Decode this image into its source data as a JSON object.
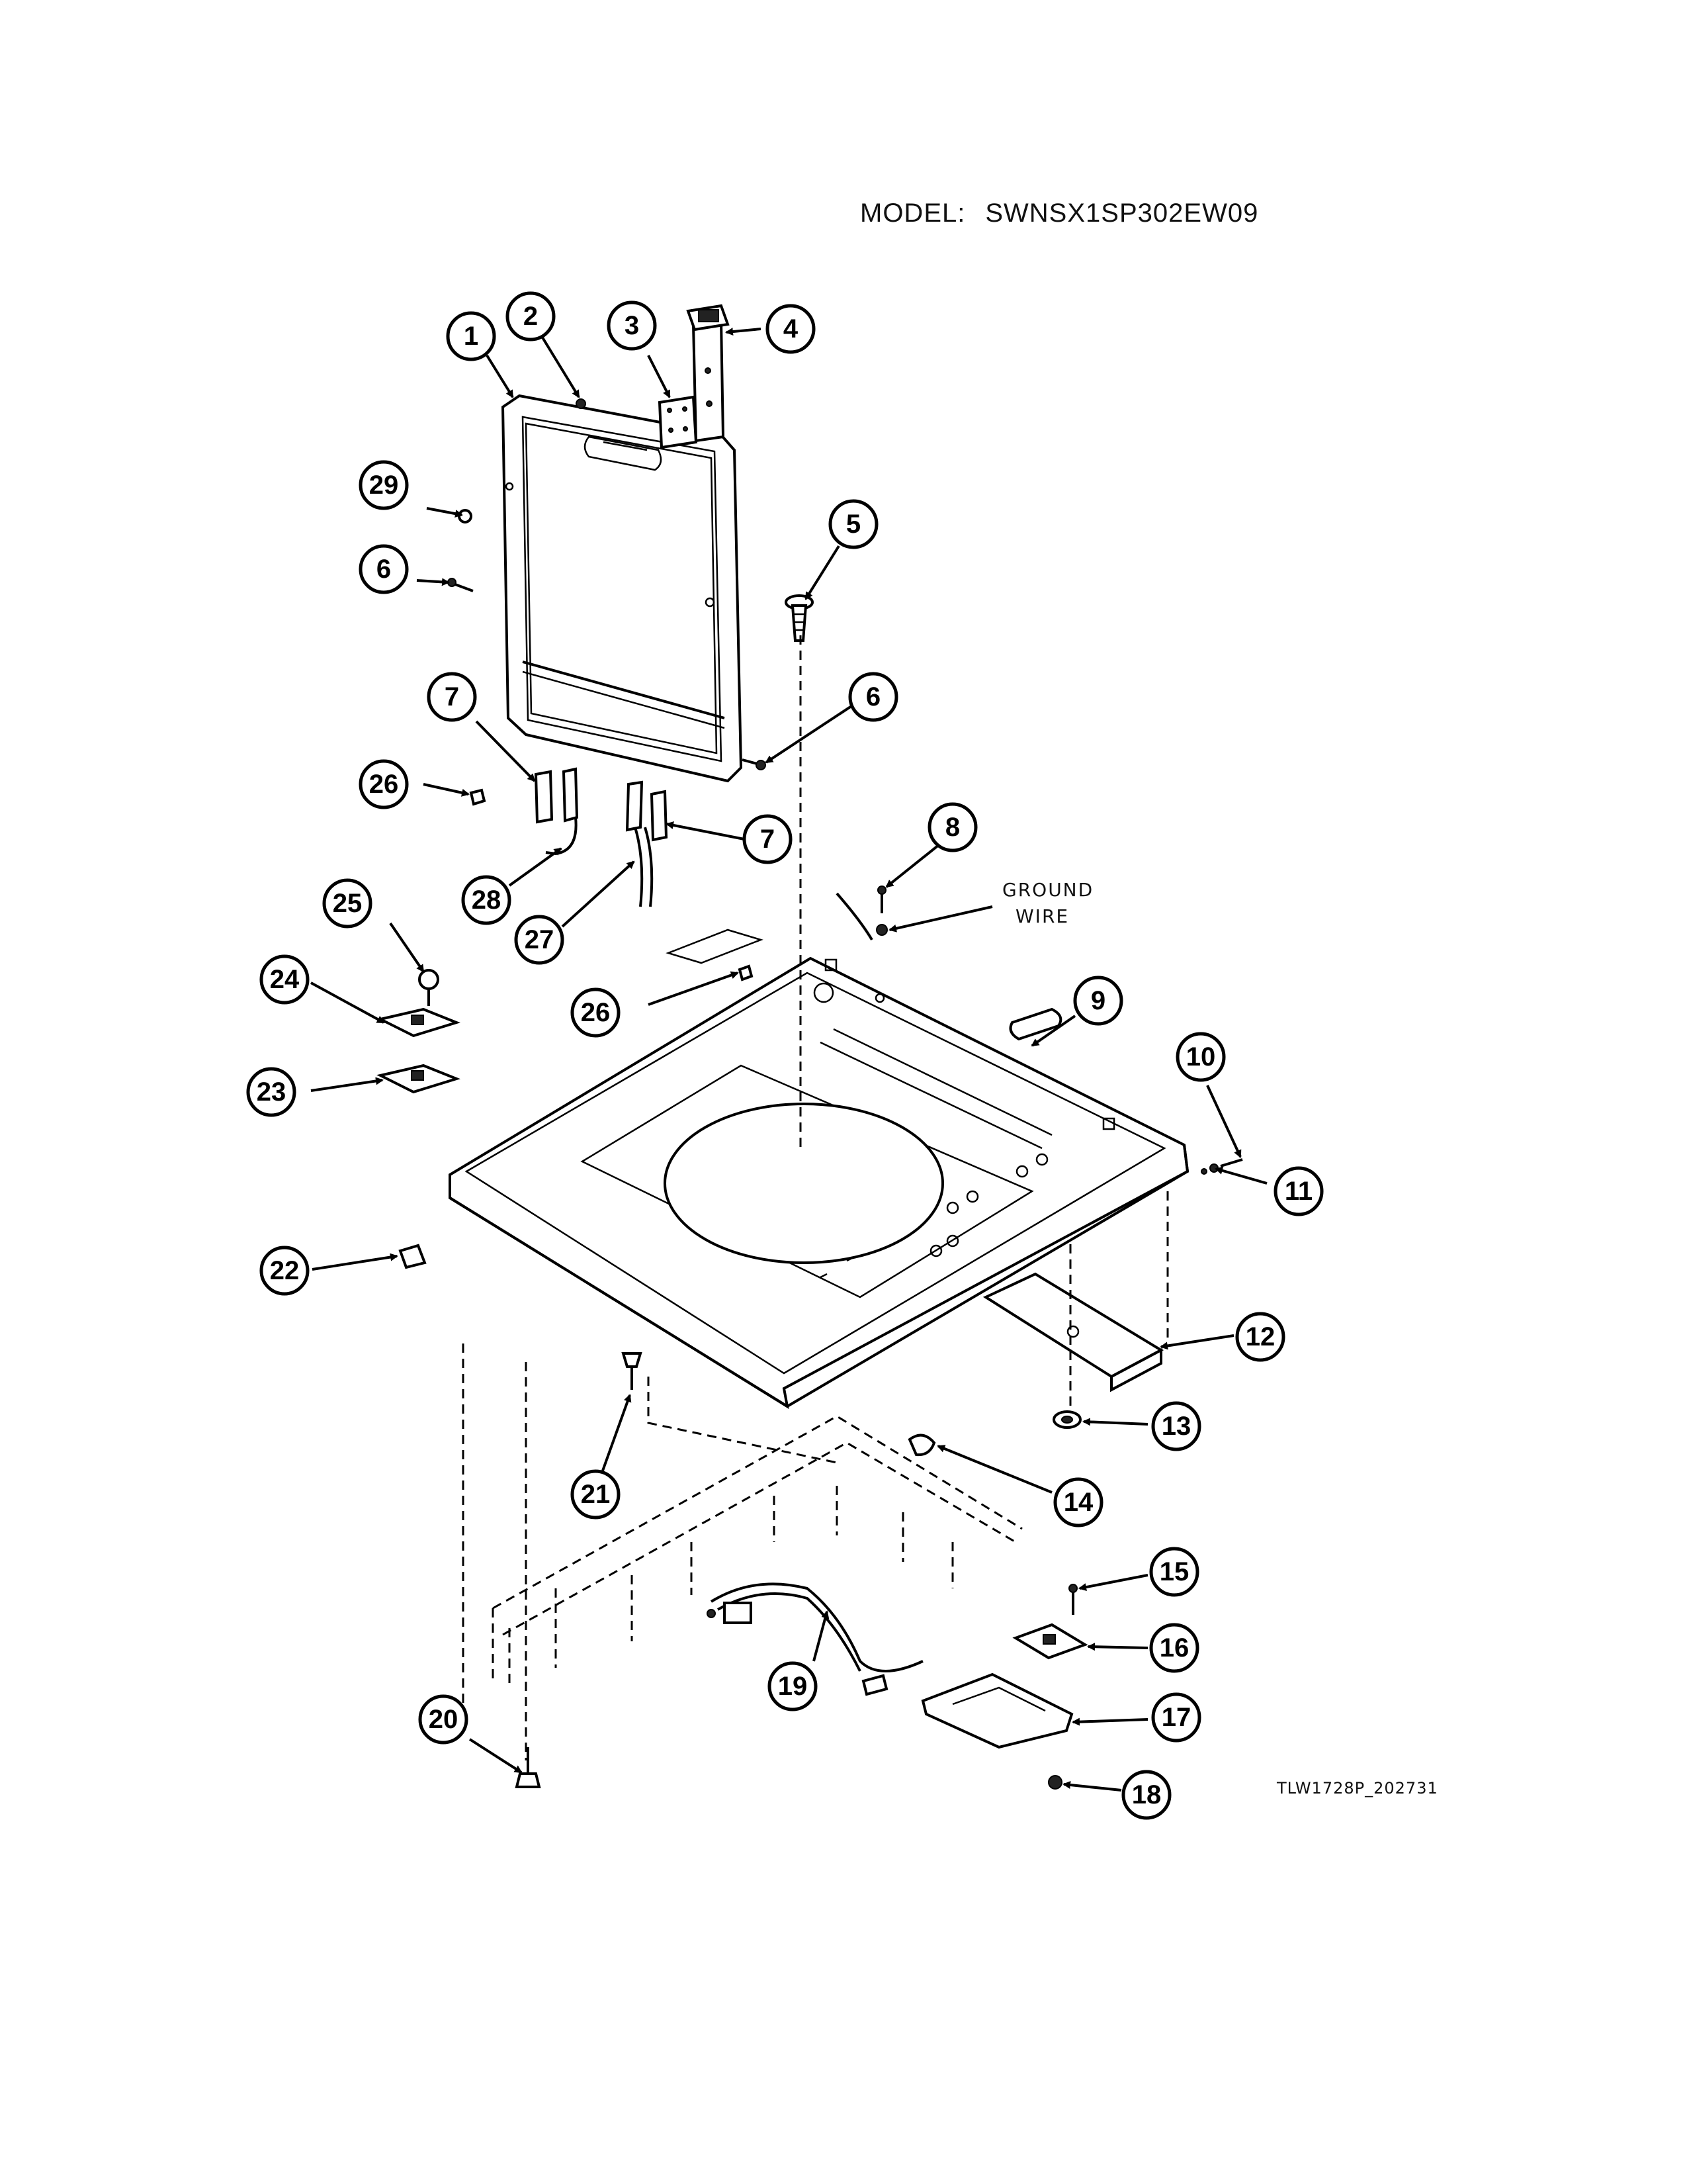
{
  "header": {
    "model_key": "MODEL:",
    "model_value": "SWNSX1SP302EW09"
  },
  "annotations": {
    "ground_wire_line1": "GROUND",
    "ground_wire_line2": "WIRE"
  },
  "footer": {
    "figure_id": "TLW1728P_202731"
  },
  "callouts": [
    "1",
    "2",
    "3",
    "4",
    "29",
    "6",
    "5",
    "6",
    "7",
    "26",
    "7",
    "8",
    "28",
    "27",
    "25",
    "24",
    "26",
    "9",
    "23",
    "10",
    "11",
    "22",
    "12",
    "13",
    "21",
    "14",
    "15",
    "16",
    "19",
    "17",
    "20",
    "18"
  ]
}
